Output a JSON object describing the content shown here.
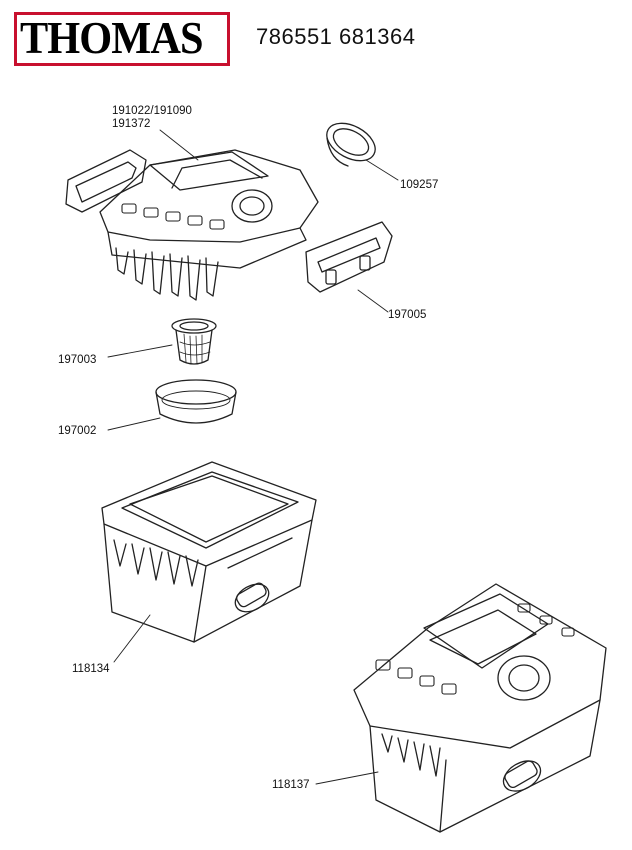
{
  "brand": {
    "logo_text": "THOMAS",
    "accent": "#c8102e"
  },
  "article_numbers": "786551 681364",
  "parts": [
    {
      "name": "top-cover",
      "lines": [
        "191022/191090",
        "191372"
      ]
    },
    {
      "name": "seal-ring",
      "lines": [
        "109257"
      ]
    },
    {
      "name": "handle",
      "lines": [
        "197005"
      ]
    },
    {
      "name": "filter-cartridge",
      "lines": [
        "197003"
      ]
    },
    {
      "name": "filter-ring",
      "lines": [
        "197002"
      ]
    },
    {
      "name": "water-tank",
      "lines": [
        "118134"
      ]
    },
    {
      "name": "tank-assembly",
      "lines": [
        "118137"
      ]
    }
  ]
}
